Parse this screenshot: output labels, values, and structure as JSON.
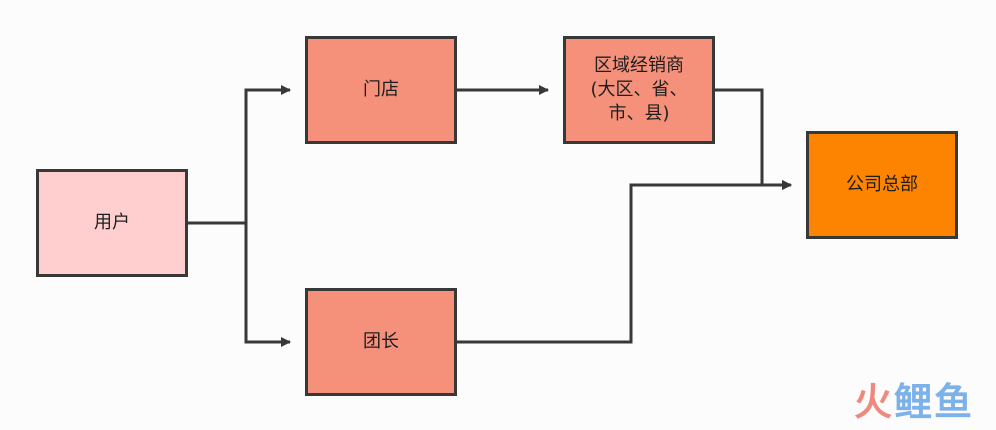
{
  "nodes": {
    "user": "用户",
    "store": "门店",
    "dealer": [
      "区域经销商",
      "(大区、省、",
      "市、县)"
    ],
    "leader": "团长",
    "hq": "公司总部"
  },
  "watermark": {
    "part1": "火",
    "part2": "鲤鱼"
  },
  "colors": {
    "user_fill": "#ffcfcf",
    "mid_fill": "#f5917b",
    "hq_fill": "#fc8400",
    "line": "#383838",
    "background": "#fcfcfc"
  }
}
